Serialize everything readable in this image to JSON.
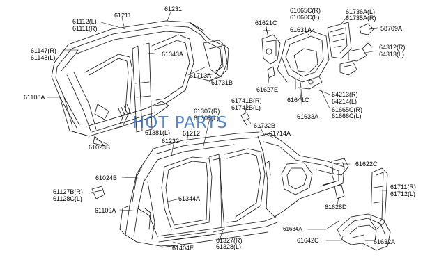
{
  "watermark": "HOT PARTS",
  "labels": {
    "p61112": "61112(L)",
    "p61111": "61111(R)",
    "p61211": "61211",
    "p61231": "61231",
    "p61147": "61147(R)",
    "p61148": "61148(L)",
    "p61343A": "61343A",
    "p61713A": "61713A",
    "p61731B": "61731B",
    "p61108A": "61108A",
    "p61023B": "61023B",
    "p61621C": "61621C",
    "p61627E": "61627E",
    "p61065C": "61065C(R)",
    "p61066C": "61066C(L)",
    "p61631A": "61631A",
    "p61736A": "61736A(L)",
    "p61735A": "61735A(R)",
    "p58709A": "58709A",
    "p64312": "64312(R)",
    "p64313": "64313(L)",
    "p64213": "64213(R)",
    "p64214": "64214(L)",
    "p61641C": "61641C",
    "p61665C": "61665C(R)",
    "p61666C": "61666C(L)",
    "p61633A": "61633A",
    "p61741B": "61741B(R)",
    "p61742B": "61742B(L)",
    "p61307": "61307(R)",
    "p61308": "61308(L)",
    "p61212": "61212",
    "p61232": "61232",
    "p61381": "61381(L)",
    "p61732B": "61732B",
    "p61714A": "61714A",
    "p61622C": "61622C",
    "p61024B": "61024B",
    "p61127B": "61127B(R)",
    "p61128C": "61128C(L)",
    "p61109A": "61109A",
    "p61344A": "61344A",
    "p61404E": "61404E",
    "p61327": "61327(R)",
    "p61328": "61328(L)",
    "p61628D": "61628D",
    "p61711": "61711(R)",
    "p61712": "61712(L)",
    "p61634A": "61634A",
    "p61642C": "61642C",
    "p61632A": "61632A"
  }
}
